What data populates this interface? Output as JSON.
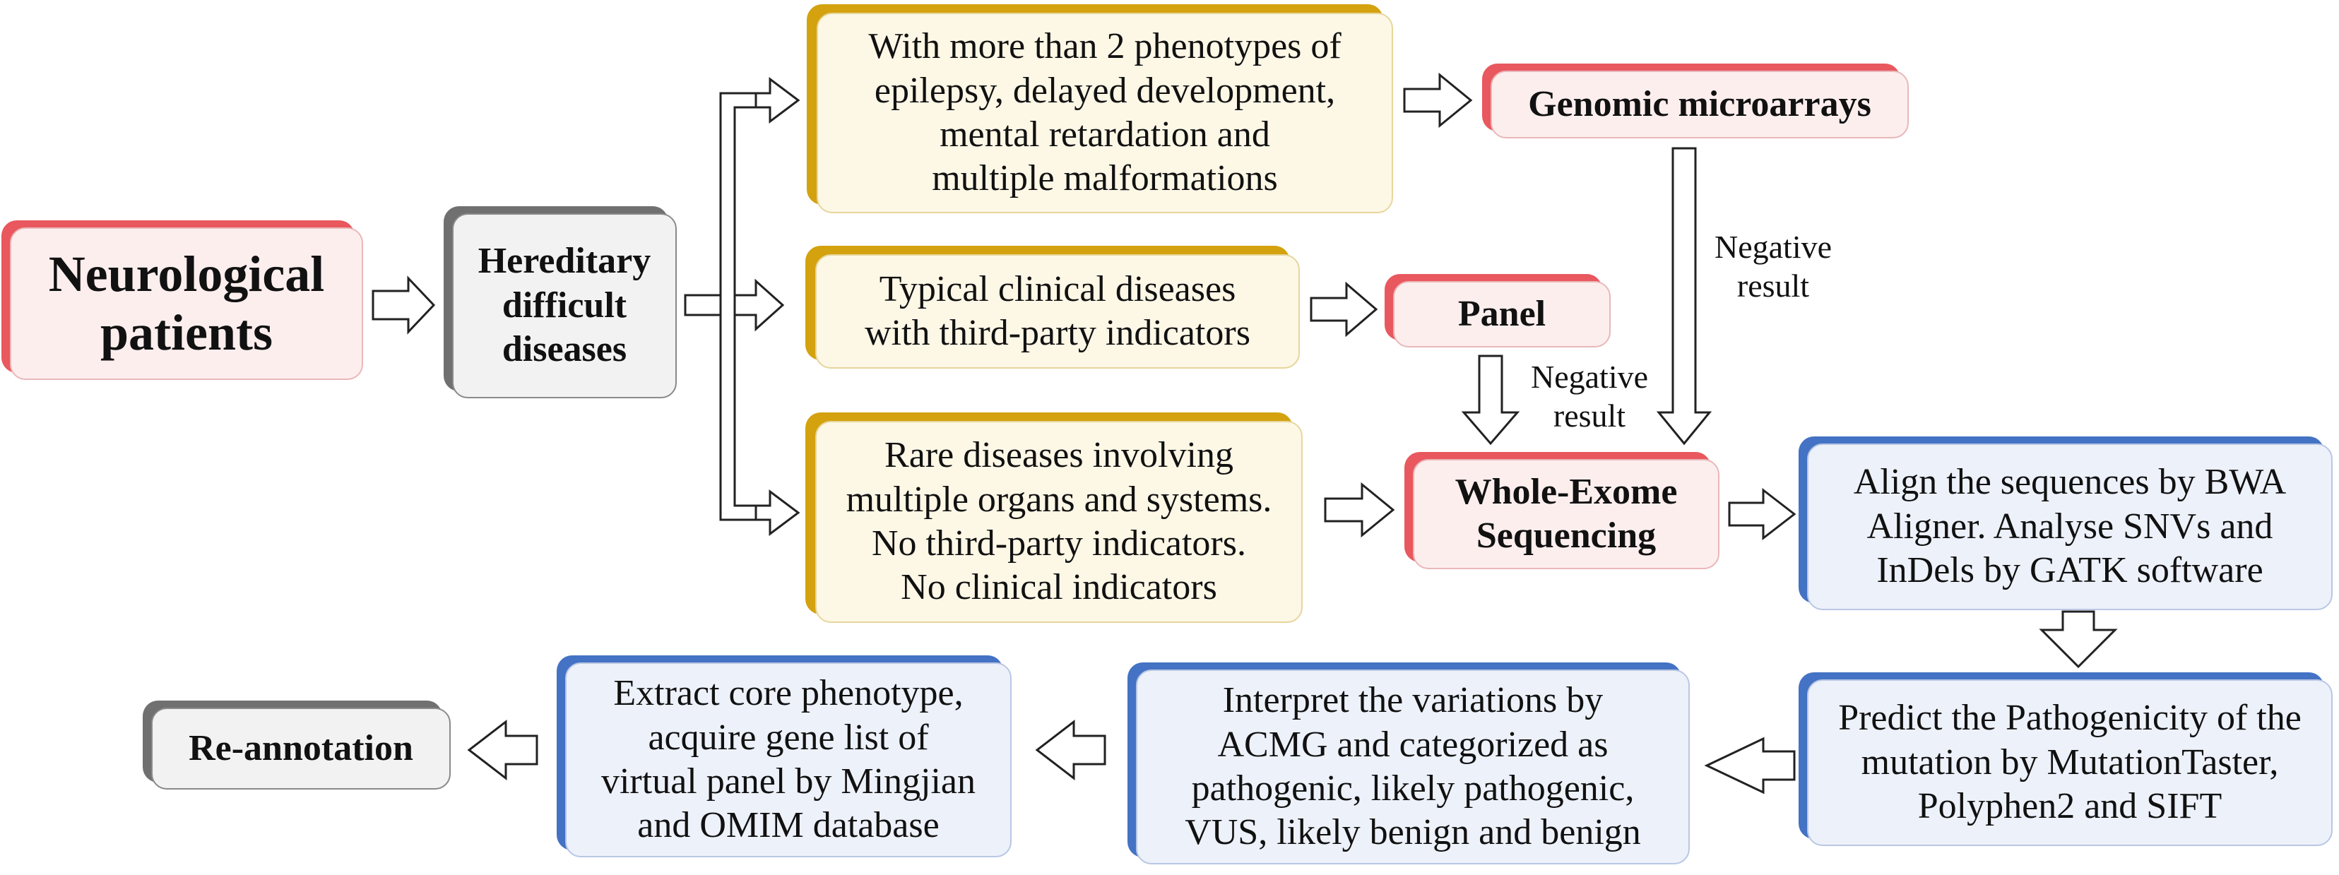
{
  "nodes": {
    "neurological_patients": "Neurological\npatients",
    "hereditary_difficult_diseases": "Hereditary\ndifficult\ndiseases",
    "phenotypes_box": "With more than 2 phenotypes of\nepilepsy, delayed development,\nmental retardation and\nmultiple malformations",
    "typical_clinical_box": "Typical clinical diseases\nwith third-party indicators",
    "rare_diseases_box": "Rare diseases involving\nmultiple organs and systems.\nNo third-party indicators.\nNo clinical indicators",
    "genomic_microarrays": "Genomic microarrays",
    "panel": "Panel",
    "whole_exome_sequencing": "Whole-Exome\nSequencing",
    "align_sequences": "Align the sequences by BWA\nAligner. Analyse SNVs and\nInDels by GATK software",
    "predict_pathogenicity": "Predict the Pathogenicity of the\nmutation by MutationTaster,\nPolyphen2 and SIFT",
    "interpret_variations": "Interpret the variations by\nACMG and categorized as\npathogenic, likely pathogenic,\nVUS, likely benign and benign",
    "extract_core_phenotype": "Extract core phenotype,\nacquire gene list of\nvirtual panel by Mingjian\nand OMIM database",
    "re_annotation": "Re-annotation"
  },
  "edge_labels": {
    "microarray_negative": "Negative\nresult",
    "panel_negative": "Negative\nresult"
  },
  "colors": {
    "red_accent": "#e8585e",
    "grey_accent": "#707070",
    "yellow_accent": "#d4a20e",
    "blue_accent": "#4472c4"
  }
}
